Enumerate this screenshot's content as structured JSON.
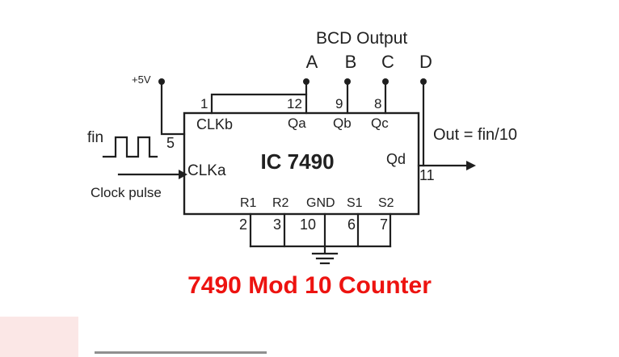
{
  "colors": {
    "wire": "#1f1f1f",
    "text": "#212121",
    "title_red": "#ed1310",
    "artifact_pink": "#fbe7e6",
    "artifact_gray": "#8f8f8f"
  },
  "bcd": {
    "title": "BCD Output",
    "outputs": [
      "A",
      "B",
      "C",
      "D"
    ]
  },
  "supply_label": "+5V",
  "fin_label": "fin",
  "clock_pulse_label": "Clock pulse",
  "out_label": "Out = fin/10",
  "ic": {
    "name": "IC 7490",
    "pins": {
      "clkb": {
        "number": "1",
        "label": "CLKb"
      },
      "qa": {
        "number": "12",
        "label": "Qa"
      },
      "qb": {
        "number": "9",
        "label": "Qb"
      },
      "qc": {
        "number": "8",
        "label": "Qc"
      },
      "vcc": {
        "number": "5"
      },
      "clka": {
        "label": "CLKa"
      },
      "qd": {
        "number": "11",
        "label": "Qd"
      },
      "r1": {
        "number": "2",
        "label": "R1"
      },
      "r2": {
        "number": "3",
        "label": "R2"
      },
      "gnd": {
        "number": "10",
        "label": "GND"
      },
      "s1": {
        "number": "6",
        "label": "S1"
      },
      "s2": {
        "number": "7",
        "label": "S2"
      }
    }
  },
  "caption": "7490 Mod 10 Counter"
}
